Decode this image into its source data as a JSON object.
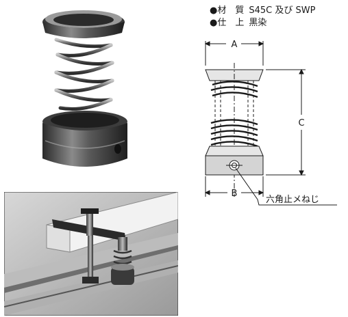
{
  "specs": [
    {
      "bullet": "●",
      "key": "材　質",
      "value": "S45C 及び SWP"
    },
    {
      "bullet": "●",
      "key": "仕　上",
      "value": "黒染"
    }
  ],
  "drawing": {
    "dim_a": "A",
    "dim_b": "B",
    "dim_c": "C",
    "callout": "六角止メねじ"
  }
}
